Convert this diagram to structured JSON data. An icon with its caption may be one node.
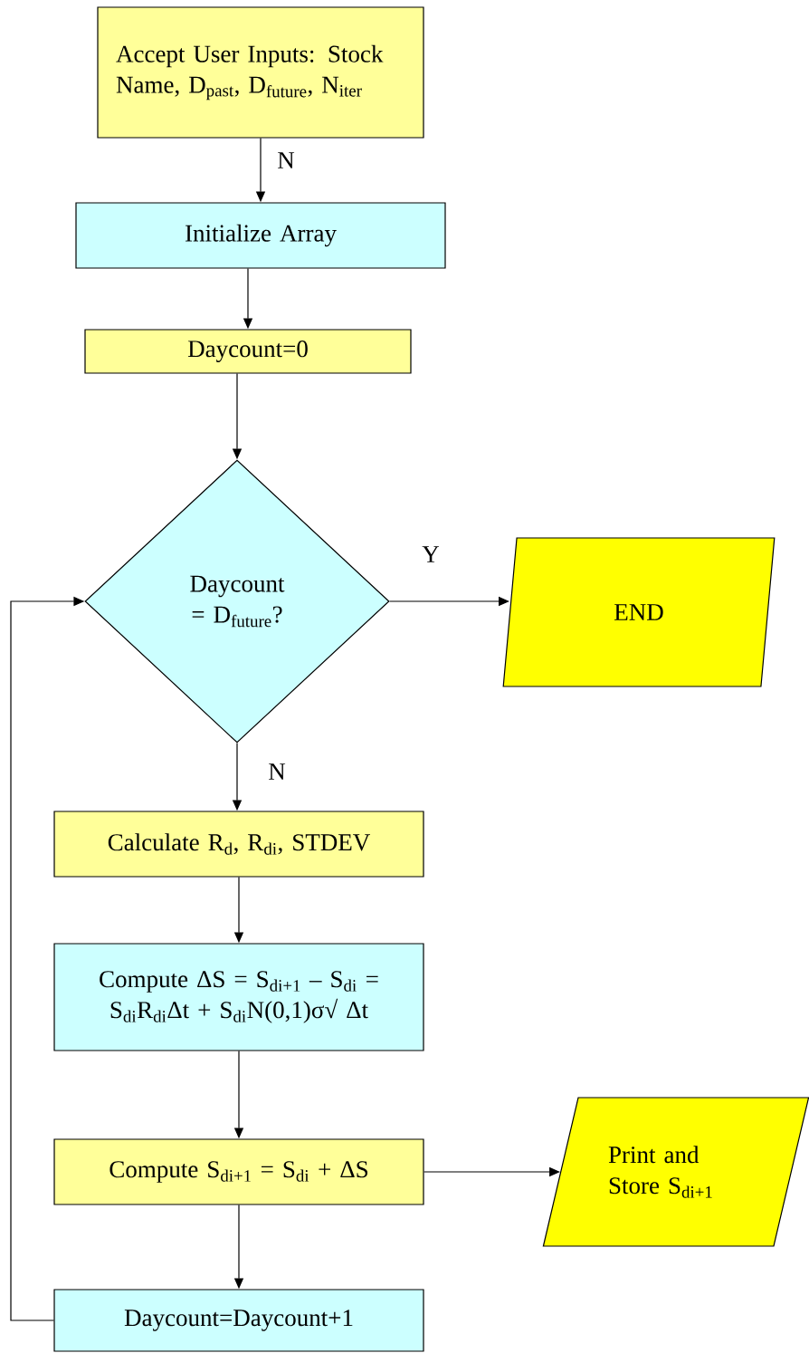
{
  "diagram": {
    "nodes": [
      {
        "text": [
          "Accept User Inputs: Stock Name, D$_{past}$, D$_{future}$, N$_{iter}$"
        ]
      },
      {
        "text": [
          "Initialize Array"
        ]
      },
      {
        "text": [
          "Daycount=0"
        ]
      },
      {
        "text": [
          "Daycount = D$_{future}$?"
        ]
      },
      {
        "text": [
          "END"
        ]
      },
      {
        "text": [
          "Calculate R$_{d}$, R$_{di}$, STDEV"
        ]
      },
      {
        "text": [
          "Compute ΔS = S$_{di+1}$ – S$_{di}$ = S$_{di}$R$_{di}$Δt + S$_{di}$N(0,1)σ√ Δt"
        ]
      },
      {
        "text": [
          "Compute S$_{di+1}$ = S$_{di}$ + ΔS"
        ]
      },
      {
        "text": [
          "Print and Store S$_{di+1}$"
        ]
      },
      {
        "text": [
          "Daycount=Daycount+1"
        ]
      }
    ],
    "edges": [
      {
        "from": 0,
        "to": 1,
        "arrow": "to",
        "label": "N"
      },
      {
        "from": 1,
        "to": 2,
        "arrow": "to"
      },
      {
        "from": 2,
        "to": 3,
        "arrow": "to"
      },
      {
        "from": 3,
        "to": 4,
        "arrow": "to",
        "label": "Y"
      },
      {
        "from": 3,
        "to": 5,
        "arrow": "to",
        "label": "N"
      },
      {
        "from": 5,
        "to": 6,
        "arrow": "to"
      },
      {
        "from": 6,
        "to": 7,
        "arrow": "to"
      },
      {
        "from": 7,
        "to": 8,
        "arrow": "to"
      },
      {
        "from": 7,
        "to": 9,
        "arrow": "to"
      },
      {
        "from": 9,
        "to": 3,
        "arrow": "to"
      }
    ]
  }
}
